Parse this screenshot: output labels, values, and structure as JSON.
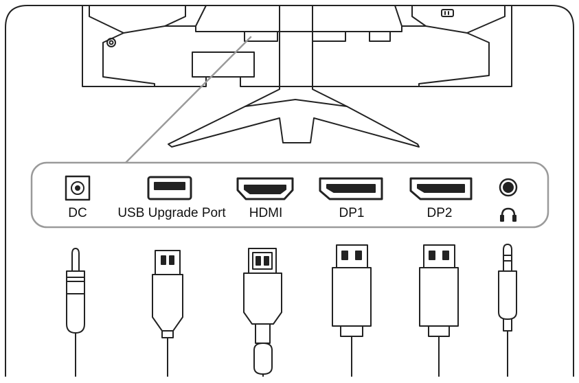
{
  "diagram": {
    "ports": [
      {
        "id": "dc",
        "label": "DC",
        "icon": "dc-jack-icon"
      },
      {
        "id": "usb",
        "label": "USB Upgrade Port",
        "icon": "usb-a-port-icon"
      },
      {
        "id": "hdmi",
        "label": "HDMI",
        "icon": "hdmi-port-icon"
      },
      {
        "id": "dp1",
        "label": "DP1",
        "icon": "displayport-icon"
      },
      {
        "id": "dp2",
        "label": "DP2",
        "icon": "displayport-icon"
      },
      {
        "id": "audio",
        "label": "",
        "icon": "headphone-icon"
      }
    ],
    "cables": [
      "dc-plug-icon",
      "usb-plug-icon",
      "hdmi-plug-icon",
      "dp-plug-icon",
      "dp-plug-icon",
      "audio-jack-plug-icon"
    ],
    "colors": {
      "stroke": "#222222",
      "panel_fill": "#ffffff",
      "panel_stroke": "#9a9a9a",
      "callout": "#9a9a9a"
    }
  }
}
